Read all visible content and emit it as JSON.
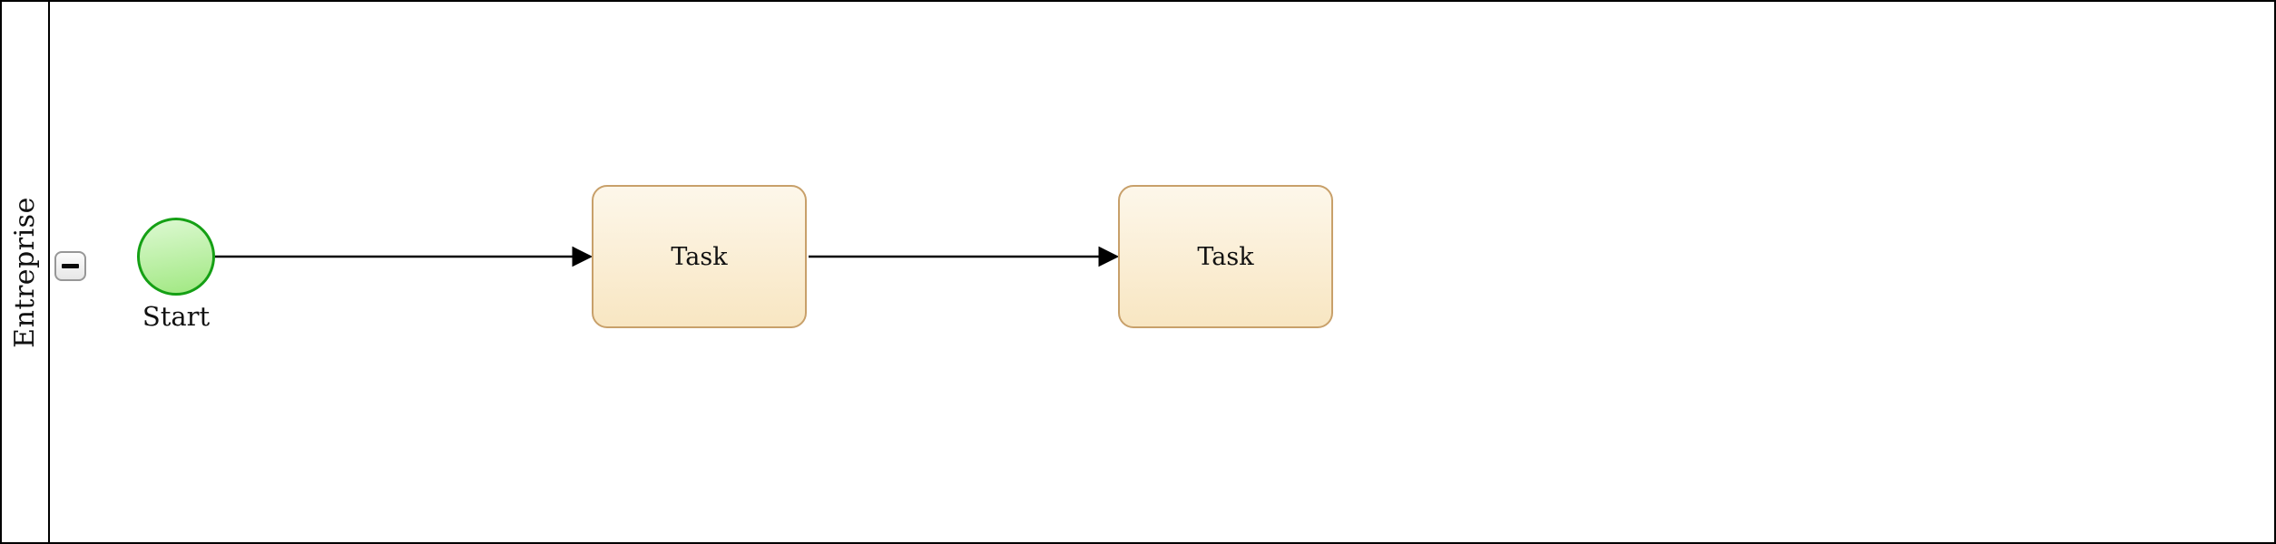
{
  "diagram_type": "bpmn-process",
  "pool": {
    "label": "Entreprise",
    "collapse_button": {
      "icon": "minus-icon",
      "state": "expanded"
    }
  },
  "nodes": {
    "start_event": {
      "type": "start-event",
      "label": "Start"
    },
    "task_1": {
      "type": "task",
      "label": "Task"
    },
    "task_2": {
      "type": "task",
      "label": "Task"
    }
  },
  "edges": [
    {
      "from": "start_event",
      "to": "task_1",
      "style": "solid-arrow"
    },
    {
      "from": "task_1",
      "to": "task_2",
      "style": "solid-arrow"
    }
  ],
  "colors": {
    "pool_border": "#000000",
    "edge": "#000000",
    "text": "#111111",
    "start_stroke": "#15a015",
    "start_fill_top": "#ddf9d2",
    "start_fill_bottom": "#a0e881",
    "task_stroke": "#c8a06a",
    "task_fill_top": "#fdf7ea",
    "task_fill_bottom": "#f8e6c2",
    "button_border": "#979797",
    "button_fill_top": "#fcfcfc",
    "button_fill_bottom": "#e7e7e7"
  }
}
